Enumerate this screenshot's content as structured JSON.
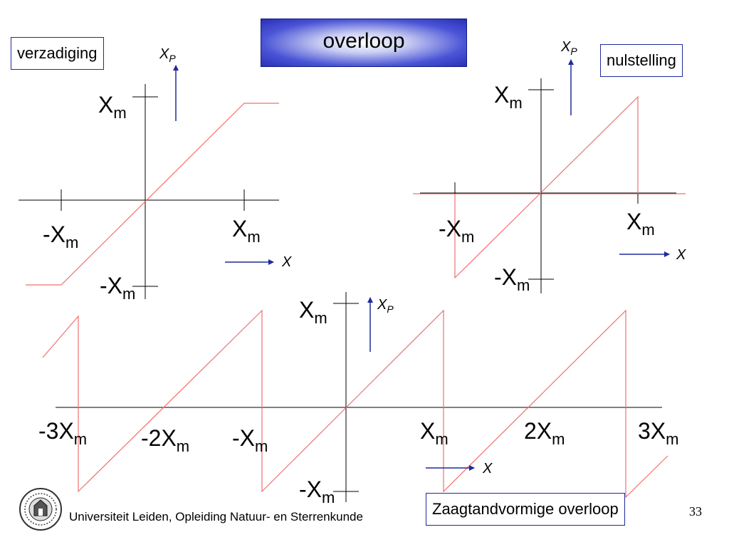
{
  "title": "overloop",
  "labels": {
    "verzadiging": "verzadiging",
    "nulstelling": "nulstelling",
    "zaagtand": "Zaagtandvormige overloop"
  },
  "footer": "Universiteit Leiden, Opleiding Natuur- en Sterrenkunde",
  "slide_number": "33",
  "axis": {
    "xp_main": "X",
    "xp_sub": "P",
    "x": "X",
    "xm_main": "X",
    "xm_sub": "m",
    "neg_xm_main": "-X",
    "two_xm_main": "2X",
    "neg_two_xm_main": "-2X",
    "three_xm_main": "3X",
    "neg_three_xm_main": "-3X"
  },
  "colors": {
    "curve": "#f07070",
    "axis": "#000000",
    "arrow": "#1f2a9c",
    "box_border": "#1f2a9c"
  }
}
